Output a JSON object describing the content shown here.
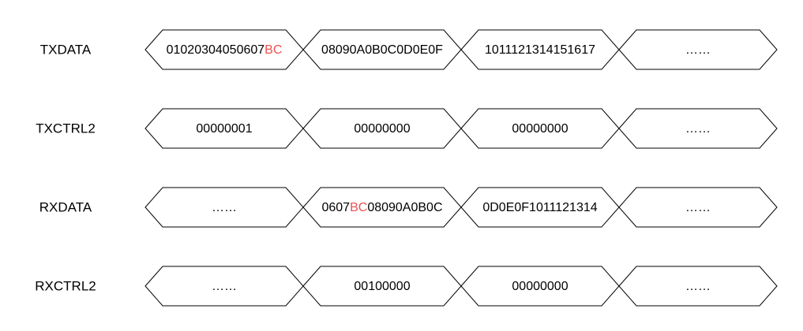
{
  "colors": {
    "line": "#000000",
    "text": "#000000",
    "highlight": "#f05050",
    "background": "#ffffff"
  },
  "rows": [
    {
      "label": "TXDATA",
      "segments": [
        [
          {
            "t": "01020304050607"
          },
          {
            "t": "BC",
            "highlight": true
          }
        ],
        [
          {
            "t": "08090A0B0C0D0E0F"
          }
        ],
        [
          {
            "t": "1011121314151617"
          }
        ],
        [
          {
            "t": "……"
          }
        ]
      ]
    },
    {
      "label": "TXCTRL2",
      "segments": [
        [
          {
            "t": "00000001"
          }
        ],
        [
          {
            "t": "00000000"
          }
        ],
        [
          {
            "t": "00000000"
          }
        ],
        [
          {
            "t": "……"
          }
        ]
      ]
    },
    {
      "label": "RXDATA",
      "segments": [
        [
          {
            "t": "……"
          }
        ],
        [
          {
            "t": "0607"
          },
          {
            "t": "BC",
            "highlight": true
          },
          {
            "t": "08090A0B0C"
          }
        ],
        [
          {
            "t": "0D0E0F1011121314"
          }
        ],
        [
          {
            "t": "……"
          }
        ]
      ]
    },
    {
      "label": "RXCTRL2",
      "segments": [
        [
          {
            "t": "……"
          }
        ],
        [
          {
            "t": "00100000"
          }
        ],
        [
          {
            "t": "00000000"
          }
        ],
        [
          {
            "t": "……"
          }
        ]
      ]
    }
  ]
}
